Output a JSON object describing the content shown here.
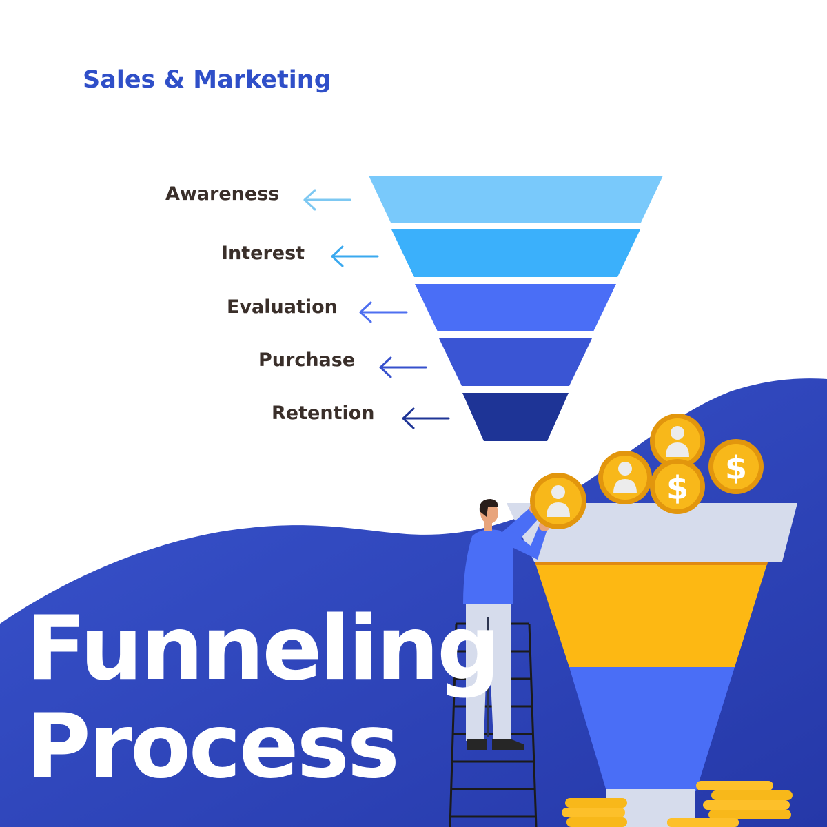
{
  "header": {
    "eyebrow": "Sales & Marketing"
  },
  "funnel": {
    "stages": [
      {
        "label": "Awareness",
        "color": "#79c9fb",
        "arrow_color": "#7dc8f2"
      },
      {
        "label": "Interest",
        "color": "#3bb0fb",
        "arrow_color": "#3aa9ef"
      },
      {
        "label": "Evaluation",
        "color": "#4a6ef6",
        "arrow_color": "#4e6ff0"
      },
      {
        "label": "Purchase",
        "color": "#3a55d4",
        "arrow_color": "#3650cc"
      },
      {
        "label": "Retention",
        "color": "#1e3496",
        "arrow_color": "#1f3596"
      }
    ]
  },
  "headline": {
    "line1": "Funneling",
    "line2": "Process"
  },
  "colors": {
    "wave": "#2f49c4",
    "coin": "#f8b81a",
    "coin_ring": "#e2960d",
    "funnel_yellow": "#fdb813",
    "funnel_blue": "#4a6ef6",
    "funnel_rim": "#d6dcec"
  },
  "icons": [
    "arrow-left-icon",
    "person-coin-icon",
    "dollar-coin-icon",
    "funnel-illustration",
    "person-on-ladder-illustration"
  ],
  "illustration": {
    "coins_dollar_symbol": "$"
  }
}
